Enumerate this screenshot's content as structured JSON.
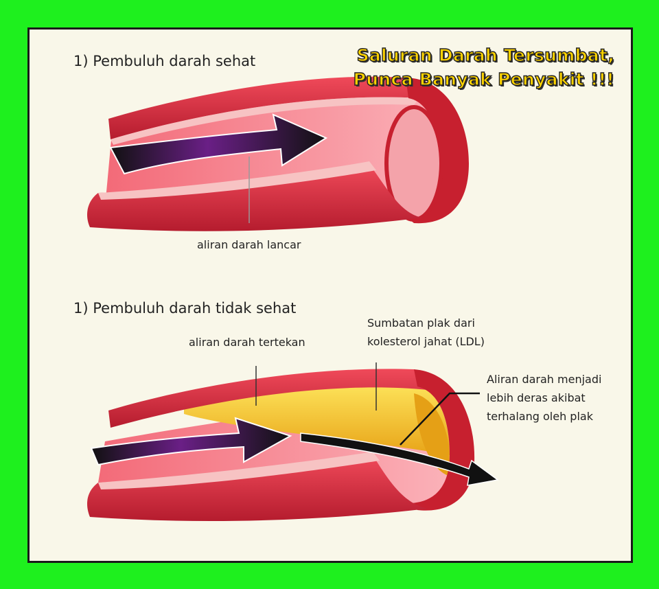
{
  "title": {
    "line1": "Saluran Darah Tersumbat,",
    "line2": "Punca Banyak Penyakit !!!"
  },
  "healthy": {
    "heading": "1) Pembuluh darah sehat",
    "flow_label": "aliran darah lancar"
  },
  "unhealthy": {
    "heading": "1) Pembuluh darah tidak sehat",
    "flow_label": "aliran darah tertekan",
    "plaque_label_line1": "Sumbatan plak dari",
    "plaque_label_line2": "kolesterol jahat (LDL)",
    "fast_flow_line1": "Aliran darah menjadi",
    "fast_flow_line2": "lebih deras akibat",
    "fast_flow_line3": "terhalang oleh plak"
  },
  "colors": {
    "background": "#1ef01e",
    "panel": "#f9f7e9",
    "vessel_wall": "#d22a3c",
    "vessel_inner": "#f47b85",
    "plaque": "#f2c51c",
    "arrow": "#5a1a6e",
    "title_text": "#ffd400"
  }
}
